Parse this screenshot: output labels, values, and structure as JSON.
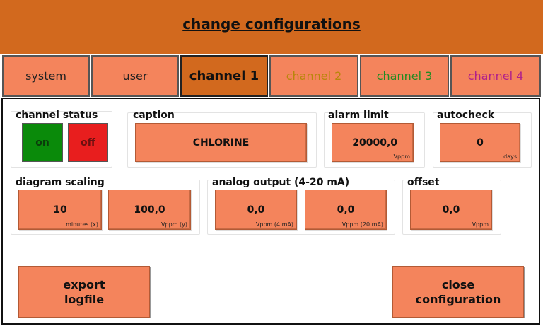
{
  "header": {
    "title": "change  configurations"
  },
  "tabs": [
    {
      "label": "system",
      "color": "#222222"
    },
    {
      "label": "user",
      "color": "#222222"
    },
    {
      "label": "channel 1",
      "color": "#111111"
    },
    {
      "label": "channel 2",
      "color": "#B8860B"
    },
    {
      "label": "channel 3",
      "color": "#228B22"
    },
    {
      "label": "channel 4",
      "color": "#B0208B"
    }
  ],
  "channel_status": {
    "label": "channel status",
    "on_label": "on",
    "off_label": "off",
    "on_color": "#0A8A0A",
    "off_color": "#E81E1E"
  },
  "caption": {
    "label": "caption",
    "value": "CHLORINE"
  },
  "alarm_limit": {
    "label": "alarm limit",
    "value": "20000,0",
    "unit": "Vppm"
  },
  "autocheck": {
    "label": "autocheck",
    "value": "0",
    "unit": "days"
  },
  "diagram_scaling": {
    "label": "diagram scaling",
    "x_value": "10",
    "x_unit": "minutes (x)",
    "y_value": "100,0",
    "y_unit": "Vppm (y)"
  },
  "analog_output": {
    "label": "analog output (4-20 mA)",
    "low_value": "0,0",
    "low_unit": "Vppm (4 mA)",
    "high_value": "0,0",
    "high_unit": "Vppm (20 mA)"
  },
  "offset": {
    "label": "offset",
    "value": "0,0",
    "unit": "Vppm"
  },
  "buttons": {
    "export_line1": "export",
    "export_line2": "logfile",
    "close_line1": "close",
    "close_line2": "configuration"
  },
  "colors": {
    "header": "#D2691E",
    "field": "#F4845C",
    "active_tab": "#D2691E"
  }
}
